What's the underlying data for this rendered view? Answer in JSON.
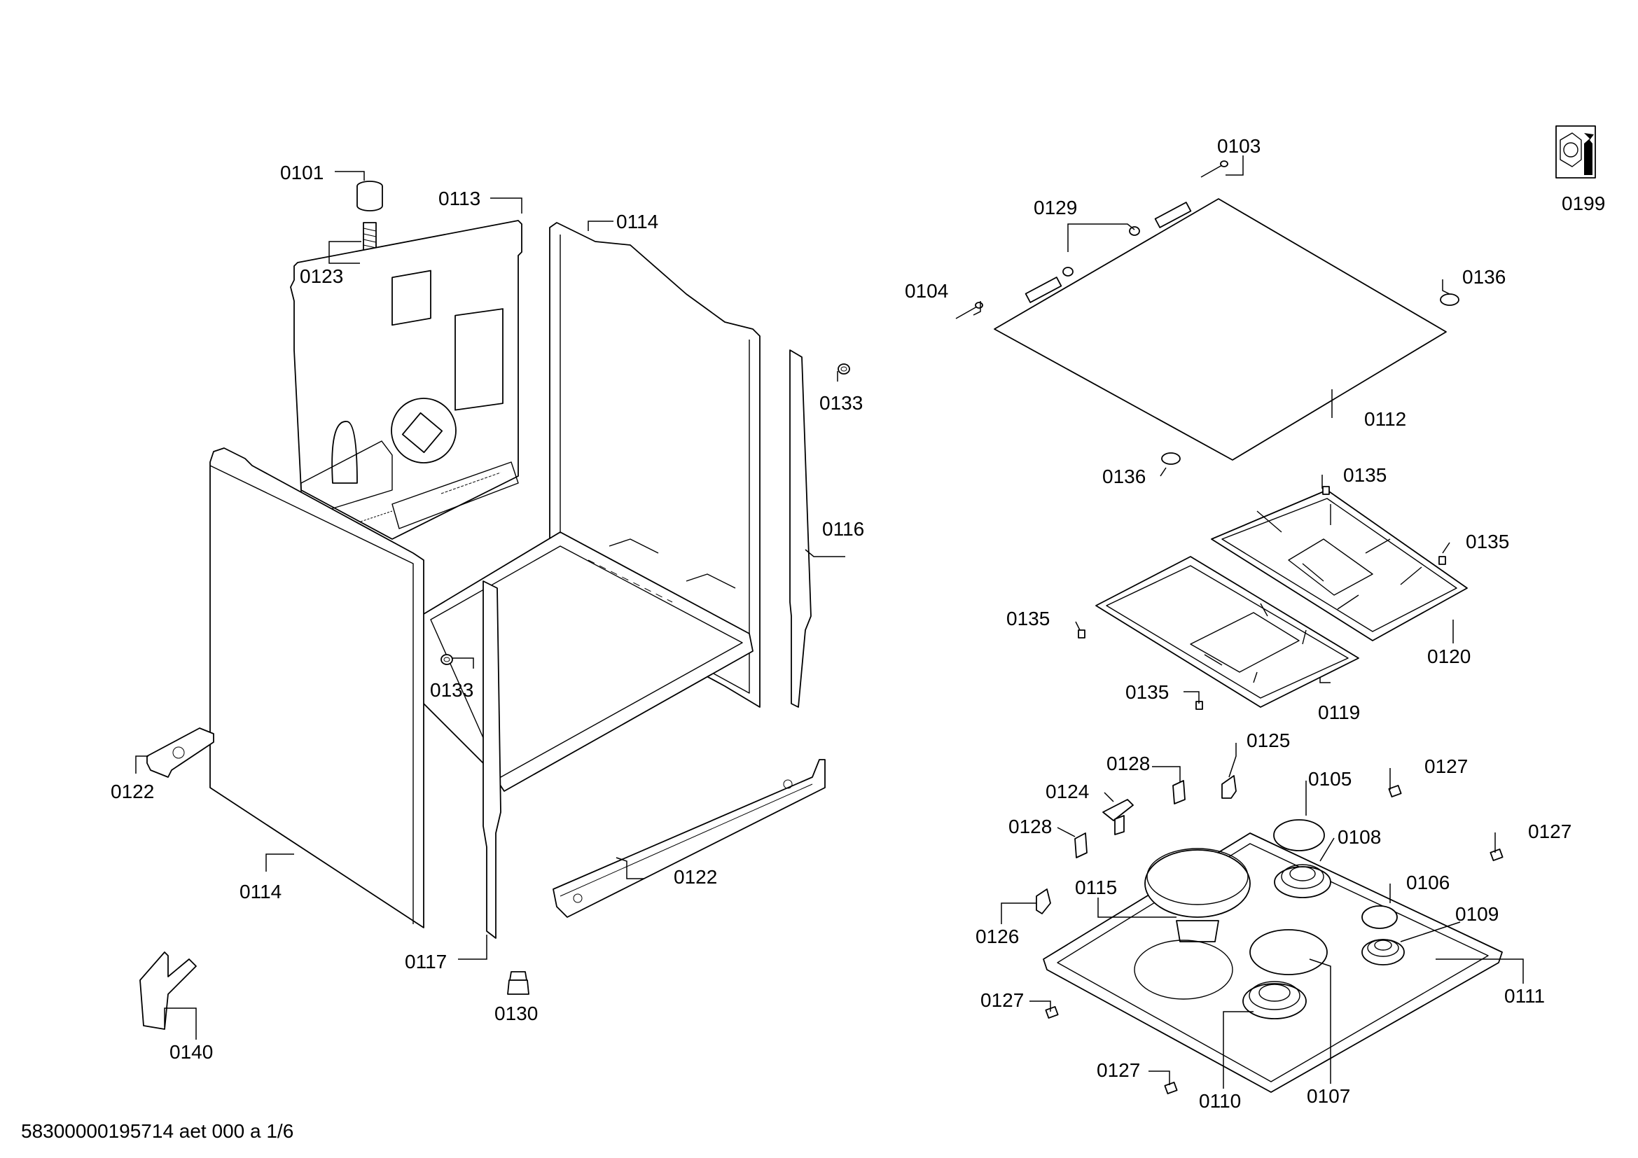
{
  "diagram": {
    "footer": "58300000195714 aet 000 a 1/6",
    "tool_part": "0199",
    "labels": {
      "p0101": "0101",
      "p0113": "0113",
      "p0114a": "0114",
      "p0123": "0123",
      "p0133a": "0133",
      "p0116": "0116",
      "p0133b": "0133",
      "p0122a": "0122",
      "p0114b": "0114",
      "p0122b": "0122",
      "p0117": "0117",
      "p0130": "0130",
      "p0140": "0140",
      "p0103": "0103",
      "p0129": "0129",
      "p0104": "0104",
      "p0136a": "0136",
      "p0112": "0112",
      "p0136b": "0136",
      "p0135a": "0135",
      "p0135b": "0135",
      "p0135c": "0135",
      "p0135d": "0135",
      "p0120": "0120",
      "p0119": "0119",
      "p0128a": "0128",
      "p0125": "0125",
      "p0105": "0105",
      "p0127a": "0127",
      "p0124": "0124",
      "p0128b": "0128",
      "p0108": "0108",
      "p0127b": "0127",
      "p0115": "0115",
      "p0106": "0106",
      "p0126": "0126",
      "p0109": "0109",
      "p0111": "0111",
      "p0127c": "0127",
      "p0127d": "0127",
      "p0110": "0110",
      "p0107": "0107"
    }
  }
}
